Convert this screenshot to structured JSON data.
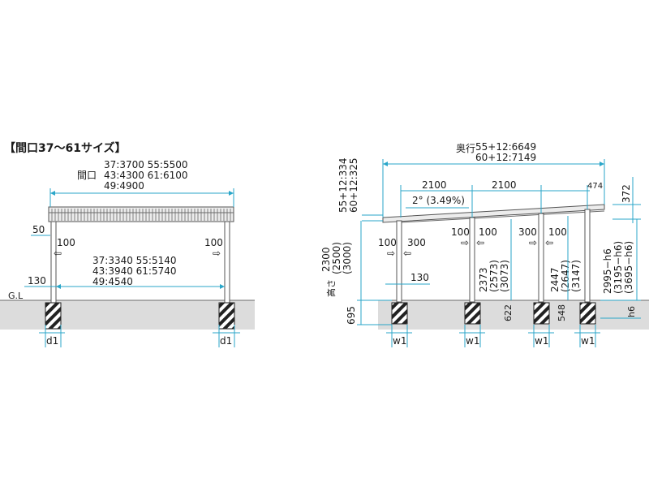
{
  "title": "【間口37～61サイズ】",
  "front": {
    "width_label": "間口",
    "width_values": [
      "37:3700 55:5500",
      "43:4300 61:6100",
      "49:4900"
    ],
    "inner_values": [
      "37:3340 55:5140",
      "43:3940 61:5740",
      "49:4540"
    ],
    "dim_50": "50",
    "dim_130": "130",
    "offset_left": "100",
    "offset_right": "100",
    "ground_label": "G.L",
    "footing_left": "d1",
    "footing_right": "d1"
  },
  "side": {
    "depth_label": "奥行",
    "depth_values": [
      "55+12:6649",
      "60+12:7149"
    ],
    "top_left_values": [
      "55+12:334",
      "60+12:325"
    ],
    "span_1": "2100",
    "span_2": "2100",
    "dim_474": "474",
    "dim_372": "372",
    "slope": "2° (3.49%)",
    "height_label": "高さ",
    "height_values": [
      "2300",
      "(2500)",
      "(3000)"
    ],
    "dim_695": "695",
    "post1_offsets": [
      "100",
      "300"
    ],
    "post1_dim": "130",
    "post2_offsets": [
      "100",
      "100"
    ],
    "post2_heights": [
      "2373",
      "(2573)",
      "(3073)"
    ],
    "post2_footing": "622",
    "post3_offsets": [
      "300",
      "100"
    ],
    "post3_heights": [
      "2447",
      "(2647)",
      "(3147)"
    ],
    "post3_footing": "548",
    "post4_heights": [
      "2995−h6",
      "(3195−h6)",
      "(3695−h6)"
    ],
    "dim_h6": "h6",
    "footings": [
      "w1",
      "w1",
      "w1",
      "w1"
    ]
  }
}
